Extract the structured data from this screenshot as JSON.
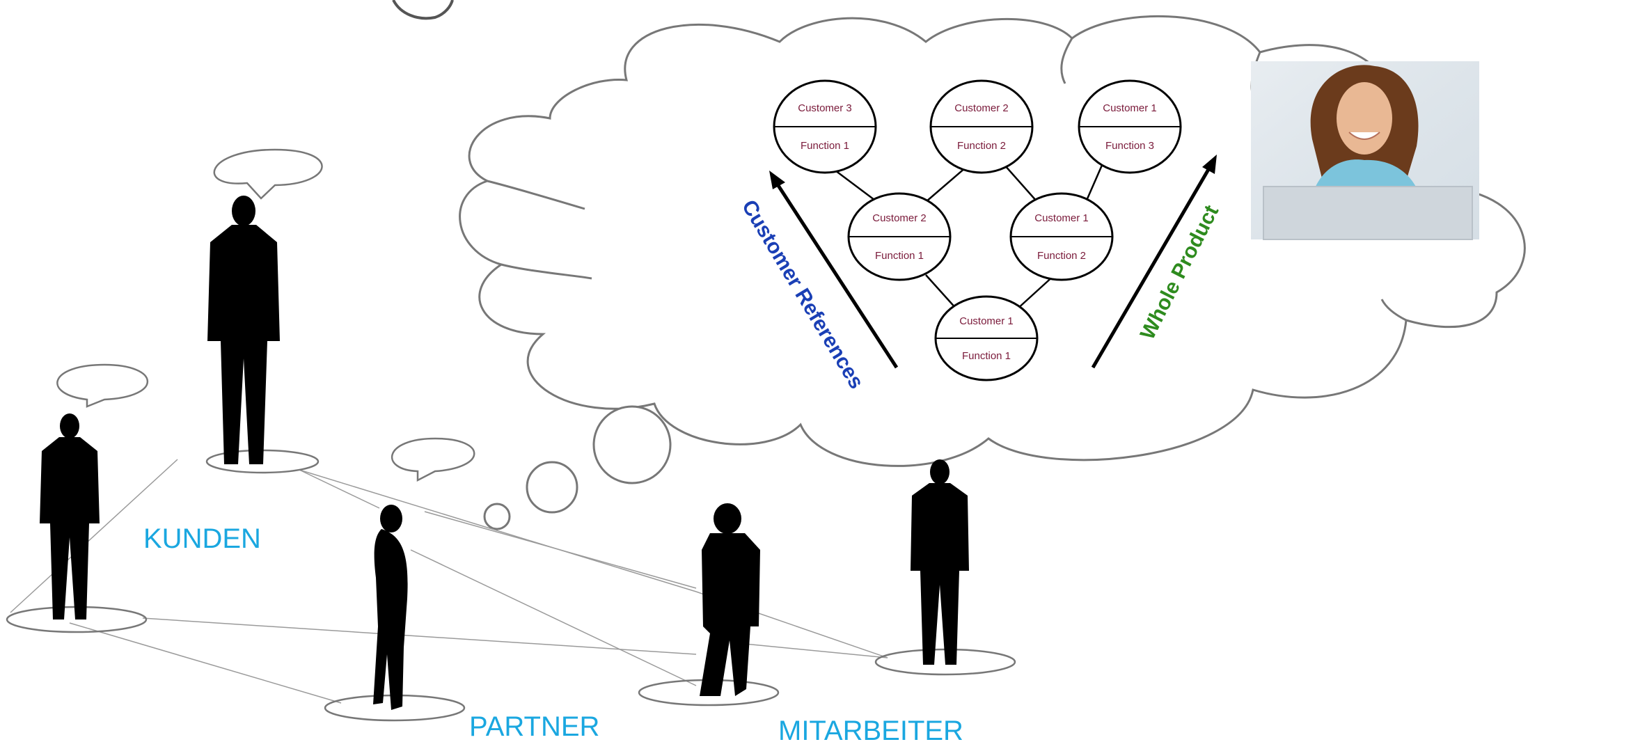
{
  "labels": {
    "kunden": "KUNDEN",
    "partner": "PARTNER",
    "mitarbeiter": "MITARBEITER"
  },
  "diagram": {
    "nodes": [
      {
        "top": "Customer 3",
        "bottom": "Function 1"
      },
      {
        "top": "Customer 2",
        "bottom": "Function 2"
      },
      {
        "top": "Customer 1",
        "bottom": "Function 3"
      },
      {
        "top": "Customer 2",
        "bottom": "Function 1"
      },
      {
        "top": "Customer 1",
        "bottom": "Function 2"
      },
      {
        "top": "Customer 1",
        "bottom": "Function 1"
      }
    ],
    "left_arrow_label": "Customer References",
    "right_arrow_label": "Whole Product"
  },
  "colors": {
    "group_label": "#1aa7e0",
    "node_text": "#7a1a3a",
    "left_arrow_label": "#1a3fb5",
    "right_arrow_label": "#2e8b1e",
    "silhouette": "#000000",
    "cloud_outline": "#777777"
  },
  "photo": {
    "description_icon": "woman-laptop-photo"
  }
}
